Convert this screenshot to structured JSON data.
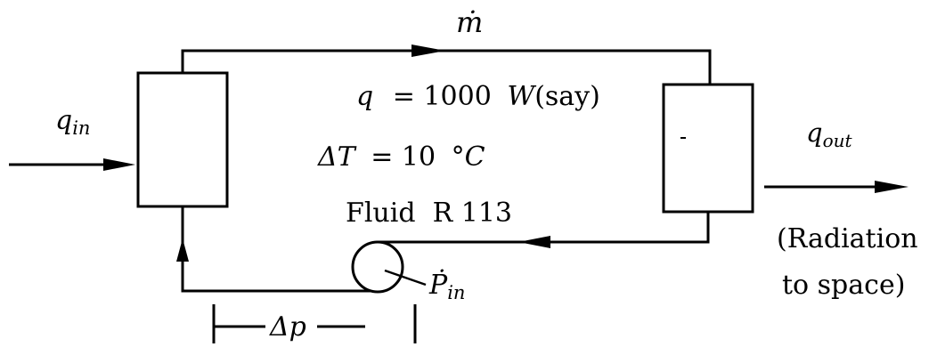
{
  "labels": {
    "mass_flow": "ṁ",
    "q_in_main": "q",
    "q_in_sub": "in",
    "q_out_main": "q",
    "q_out_sub": "out",
    "power_main": "Ṗ",
    "power_sub": "in",
    "heat_load_symbol": "q",
    "heat_load_value": "= 1000",
    "heat_load_unit": "W",
    "heat_load_note": "(say)",
    "temp_symbol": "ΔT",
    "temp_value": "= 10",
    "temp_unit": "°C",
    "fluid": "Fluid  R 113",
    "radiation_line1": "(Radiation",
    "radiation_line2": "to space)",
    "pressure_drop": "Δp"
  }
}
